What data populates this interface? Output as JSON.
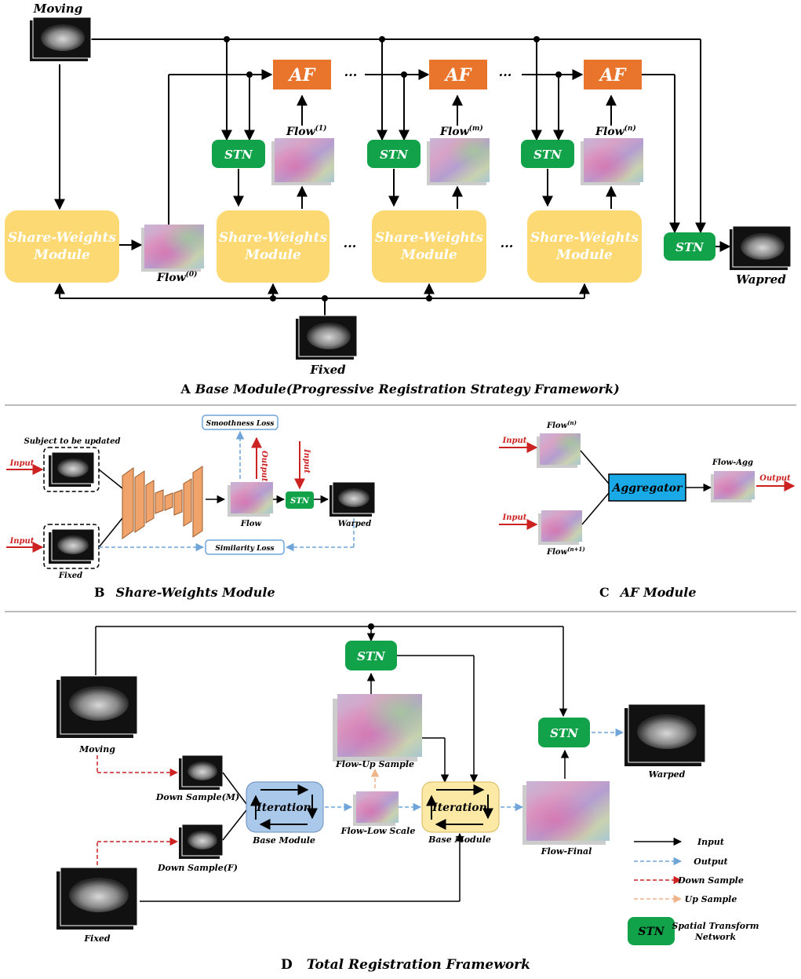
{
  "panelA": {
    "moving": "Moving",
    "fixed": "Fixed",
    "warped": "Wapred",
    "af": "AF",
    "stn": "STN",
    "module_line1": "Share-Weights",
    "module_line2": "Module",
    "flow_word": "Flow",
    "flow_sup0": "(0)",
    "flow_sup1": "(1)",
    "flow_supm": "(m)",
    "flow_supn": "(n)",
    "dots": "···",
    "caption_letter": "A",
    "caption_text": "Base Module(Progressive Registration Strategy Framework)"
  },
  "panelB": {
    "subject": "Subject to be updated",
    "input": "Input",
    "output": "Output",
    "smoothness": "Smoothness Loss",
    "similarity": "Similarity Loss",
    "flow": "Flow",
    "stn": "STN",
    "warped": "Warped",
    "fixed": "Fixed",
    "caption_letter": "B",
    "caption_text": "Share-Weights Module"
  },
  "panelC": {
    "input": "Input",
    "flow_word": "Flow",
    "flow_sup_n": "(n)",
    "flow_sup_n1": "(n+1)",
    "aggregator": "Aggregator",
    "flow_agg": "Flow-Agg",
    "output": "Output",
    "caption_letter": "C",
    "caption_text": "AF Module"
  },
  "panelD": {
    "stn": "STN",
    "moving": "Moving",
    "fixed": "Fixed",
    "down_m": "Down Sample(M)",
    "down_f": "Down Sample(F)",
    "iteration": "Iteration",
    "base_module": "Base Module",
    "flow_low": "Flow-Low Scale",
    "flow_up": "Flow-Up Sample",
    "flow_final": "Flow-Final",
    "warped": "Warped",
    "legend_input": "Input",
    "legend_output": "Output",
    "legend_down": "Down Sample",
    "legend_up": "Up Sample",
    "legend_stn1": "Spatial Transform",
    "legend_stn2": "Network",
    "caption_letter": "D",
    "caption_text": "Total Registration Framework"
  },
  "colors": {
    "module_yellow": "#fdd973",
    "af_orange": "#e9742b",
    "stn_green": "#12a34a",
    "aggregator_blue": "#1aa9e7",
    "iteration_blue": "#a9c8ea",
    "iteration_yellow": "#fde9a6",
    "output_dash": "#6fa5d8",
    "down_dash": "#cc2222",
    "up_dash": "#f0b48a"
  }
}
